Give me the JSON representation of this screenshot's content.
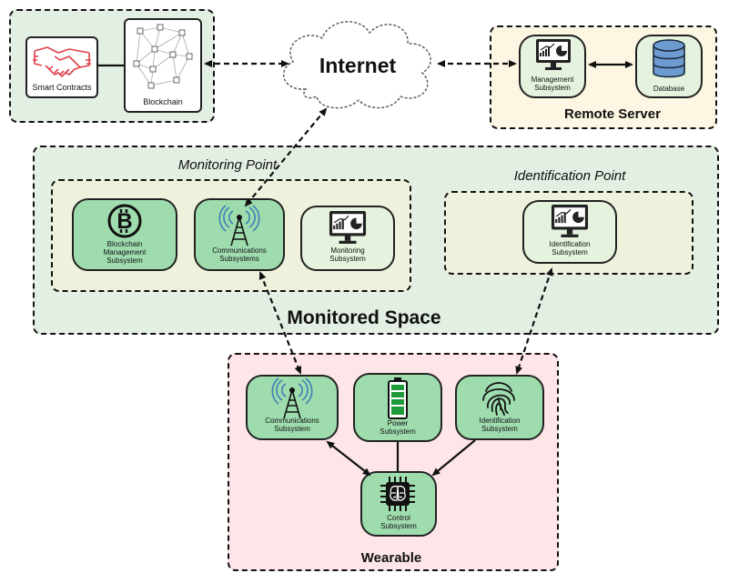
{
  "internet": {
    "label": "Internet"
  },
  "blockchain_region": {
    "smart_contracts_label": "Smart Contracts",
    "blockchain_label": "Blockchain"
  },
  "remote_server": {
    "title": "Remote Server",
    "management_label": "Management Subsystem",
    "management_lines": [
      "Management",
      "Subsystem"
    ],
    "database_label": "Database"
  },
  "monitored_space": {
    "title": "Monitored Space",
    "monitoring_point": {
      "title": "Monitoring Point",
      "blockchain_mgmt_lines": [
        "Blockchain",
        "Management",
        "Subsystem"
      ],
      "communications_lines": [
        "Communications",
        "Subsystems"
      ],
      "monitoring_lines": [
        "Monitoring",
        "Subsystem"
      ]
    },
    "identification_point": {
      "title": "Identification Point",
      "identification_lines": [
        "Identification",
        "Subsystem"
      ]
    }
  },
  "wearable": {
    "title": "Wearable",
    "communications_lines": [
      "Communications",
      "Subsystem"
    ],
    "power_lines": [
      "Power",
      "Subsystem"
    ],
    "identification_lines": [
      "Identification",
      "Subsystem"
    ],
    "control_lines": [
      "Control",
      "Subsystem"
    ]
  },
  "colors": {
    "node_green": "#9edcae",
    "node_light": "#e4f2de",
    "region_green": "#e3efe2",
    "region_yellow": "#fcf6e2",
    "region_inner": "#eef2dd",
    "region_pink": "#fde5e8",
    "chip_blue": "#6c9bd0",
    "line_red": "#e0414a"
  }
}
